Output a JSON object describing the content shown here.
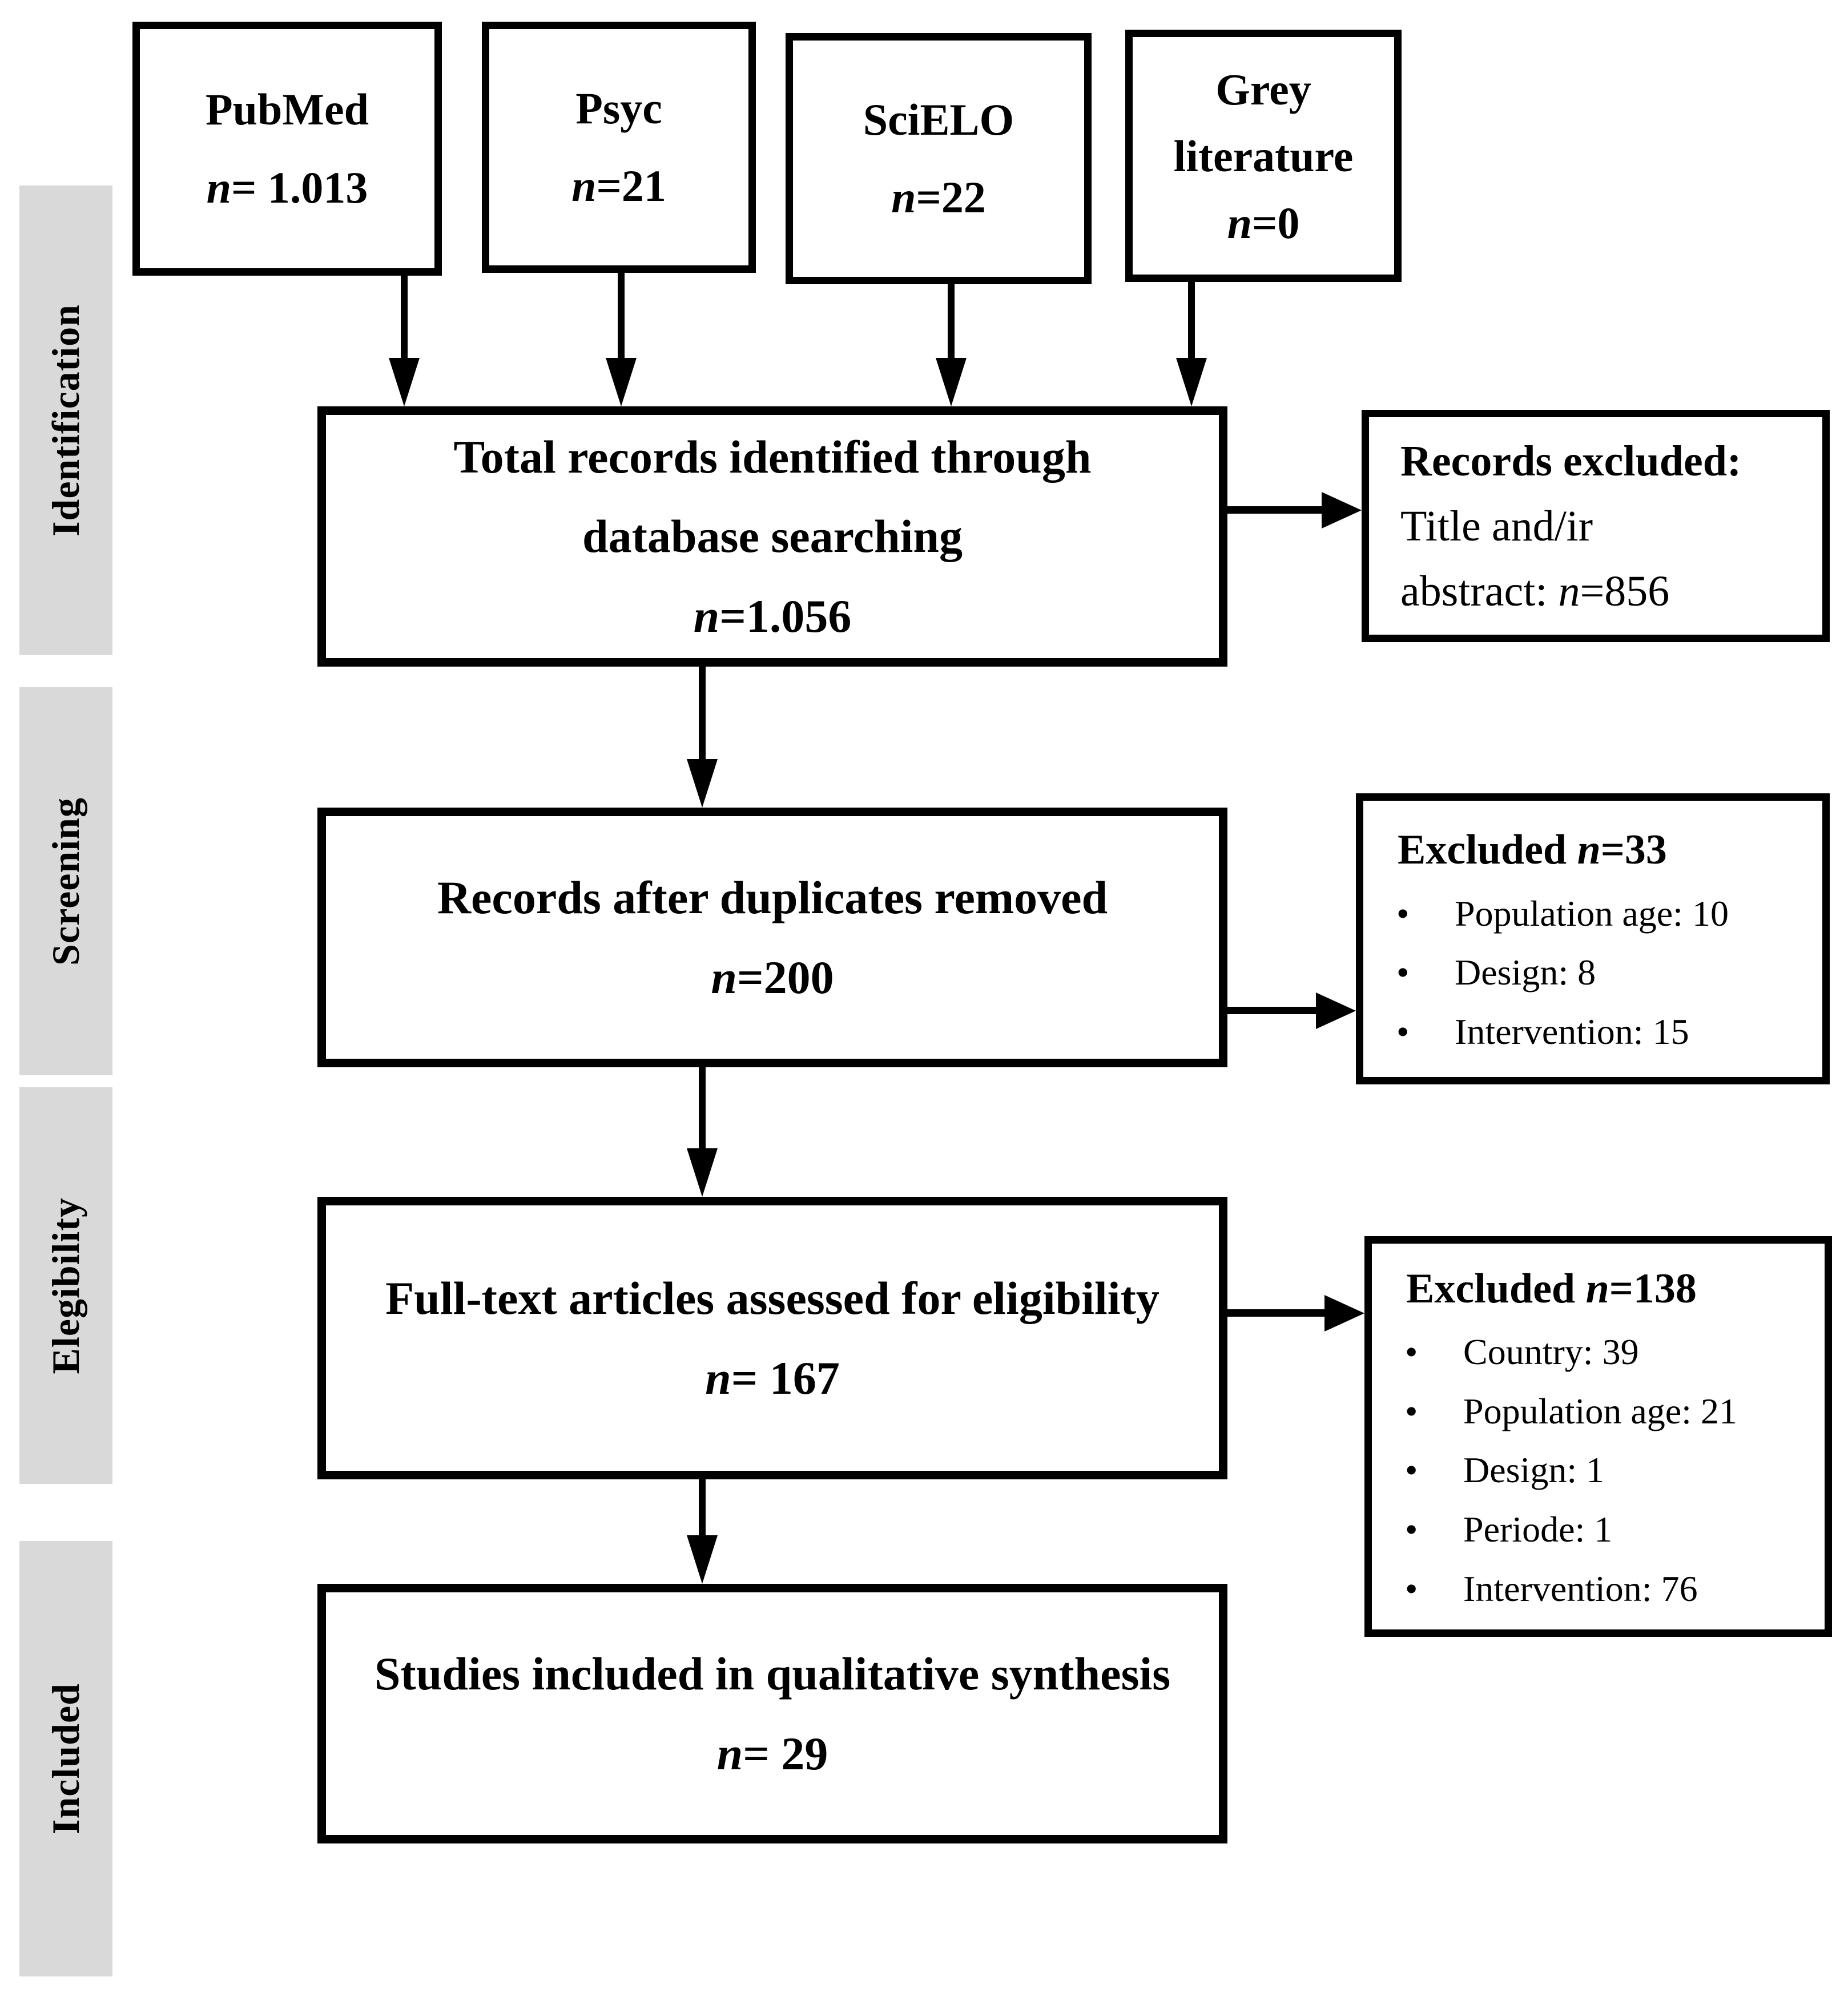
{
  "stages": {
    "identification": "Identification",
    "screening": "Screening",
    "elegibility": "Elegibility",
    "included": "Included"
  },
  "sources": [
    {
      "name": "PubMed",
      "n": "n",
      "value": "= 1.013"
    },
    {
      "name": "Psyc",
      "n": "n",
      "value": "=21"
    },
    {
      "name": "SciELO",
      "n": "n",
      "value": "=22"
    },
    {
      "name": "Grey literature",
      "n": "n",
      "value": "=0"
    }
  ],
  "flow": {
    "total": {
      "text": "Total records identified through database searching",
      "n": "n",
      "value": "=1.056"
    },
    "duplicates": {
      "text": "Records after duplicates removed",
      "n": "n",
      "value": "=200"
    },
    "fulltext": {
      "text": "Full-text articles assessed for eligibility",
      "n": "n",
      "value": "= 167"
    },
    "included": {
      "text": "Studies included in qualitative synthesis",
      "n": "n",
      "value": "= 29"
    }
  },
  "exclusions": {
    "records": {
      "title": "Records excluded:",
      "line1": "Title and/ir",
      "line2_prefix": "abstract: ",
      "n": "n",
      "value": "=856"
    },
    "screening": {
      "title_prefix": "Excluded ",
      "n": "n",
      "value": "=33",
      "items": [
        "Population age: 10",
        "Design: 8",
        "Intervention: 15"
      ]
    },
    "eligibility": {
      "title_prefix": "Excluded ",
      "n": "n",
      "value": "=138",
      "items": [
        "Country: 39",
        "Population age: 21",
        "Design: 1",
        "Periode: 1",
        "Intervention: 76"
      ]
    }
  }
}
